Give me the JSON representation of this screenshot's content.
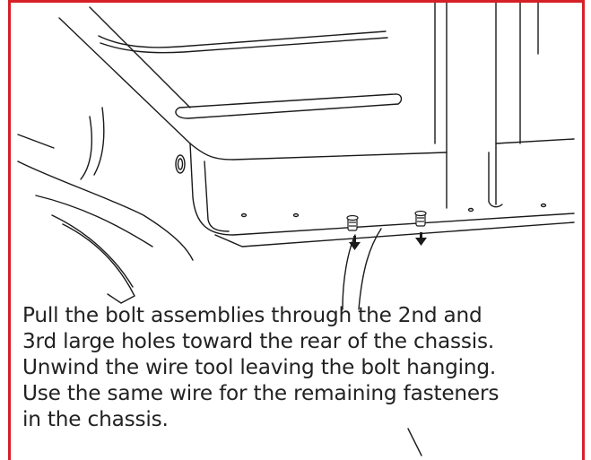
{
  "colors": {
    "border": "#d62027",
    "line": "#1a1a1a",
    "text": "#222222",
    "background": "#ffffff"
  },
  "icons": [
    "down-arrow-icon",
    "down-arrow-icon"
  ],
  "instruction": {
    "lines": [
      "Pull the bolt assemblies through the 2nd and",
      "3rd large holes toward the rear of the chassis.",
      "Unwind the wire tool leaving the bolt hanging.",
      "Use the same wire for the remaining fasteners",
      "in the chassis."
    ]
  }
}
